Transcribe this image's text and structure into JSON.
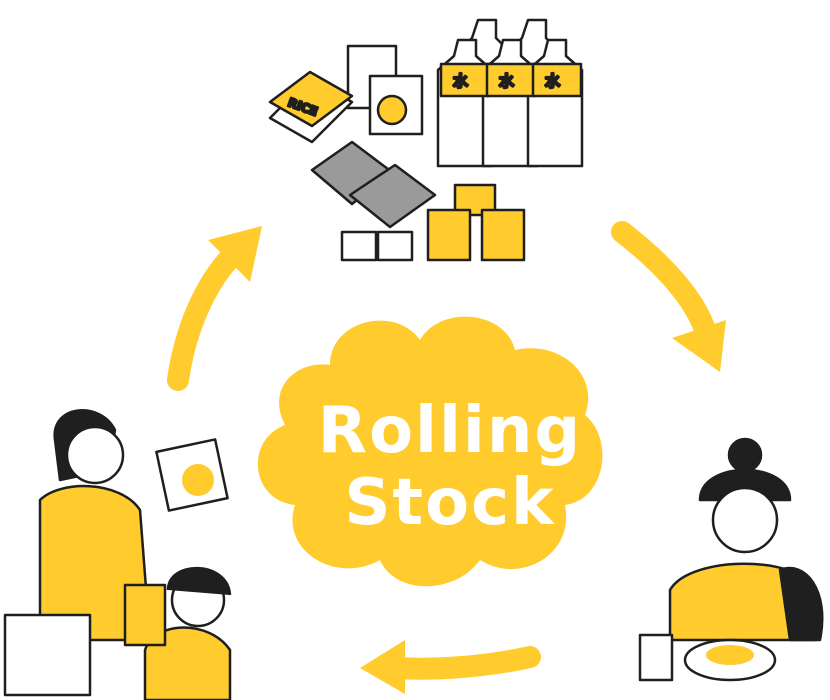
{
  "center": {
    "line1": "Rolling",
    "line2": "Stock"
  },
  "labels": {
    "water_kanji": "水",
    "rice": "RICE"
  },
  "colors": {
    "accent": "#FFCB2D",
    "ink": "#1f1f1f",
    "grey_pouch": "#9a9a9a"
  },
  "icons": {
    "cycle_arrows": "arrow-icon",
    "stockpile": "emergency-food-icon",
    "shoppers": "family-shopping-icon",
    "eater": "child-eating-icon"
  }
}
